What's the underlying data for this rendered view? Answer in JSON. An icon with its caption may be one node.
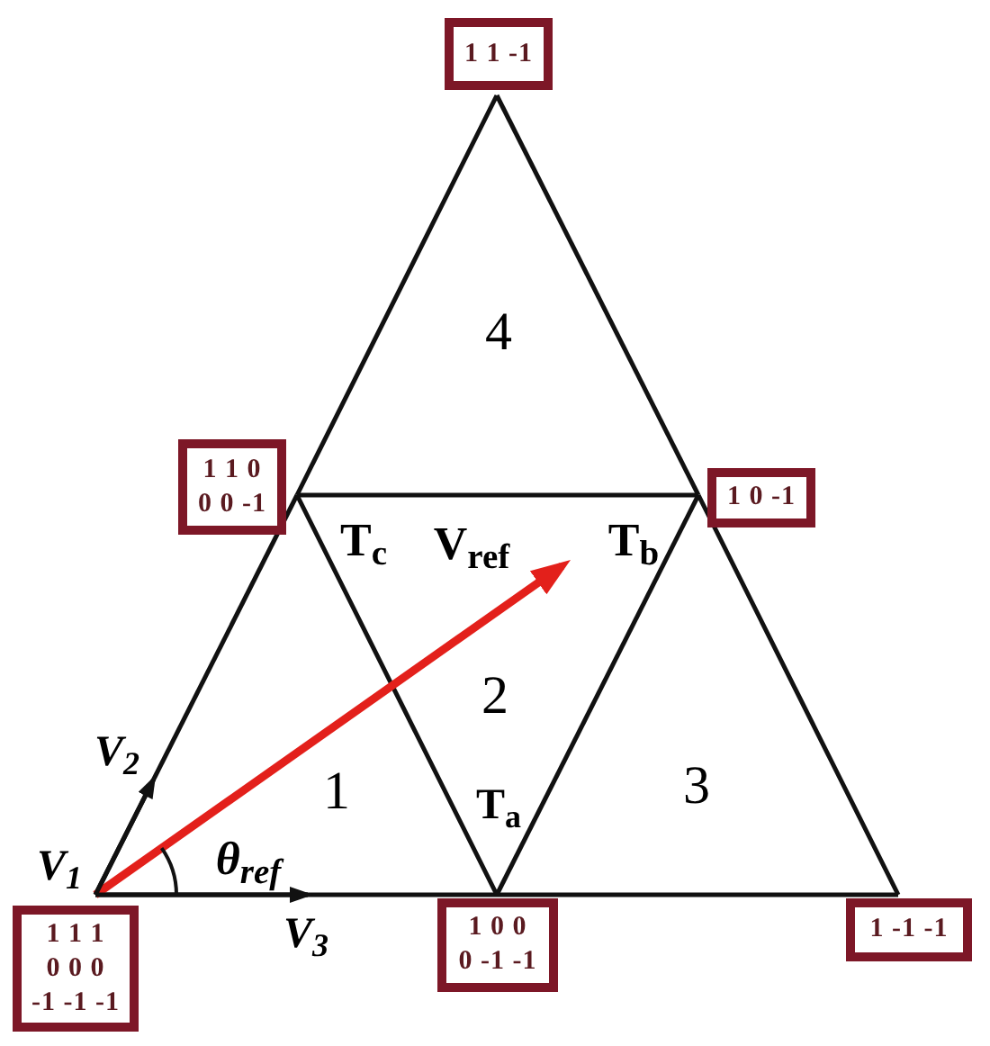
{
  "diagram": {
    "nodes": [
      {
        "text": [
          "1 1 -1"
        ]
      },
      {
        "text": [
          "1 1 0",
          "0 0 -1"
        ]
      },
      {
        "text": [
          "1 0 -1"
        ]
      },
      {
        "text": [
          "V$_{2}$"
        ]
      },
      {
        "text": [
          "1 1 1",
          "0 0 0",
          "-1 -1 -1"
        ]
      },
      {
        "text": [
          "1 0 0",
          "0 -1 -1"
        ]
      },
      {
        "text": [
          "1 -1 -1"
        ]
      },
      {
        "text": [
          "V$_{3}$"
        ]
      }
    ],
    "edges": [
      {
        "from": 4,
        "to": 1,
        "arrow": "none"
      },
      {
        "from": 1,
        "to": 0,
        "arrow": "none"
      },
      {
        "from": 0,
        "to": 2,
        "arrow": "none"
      },
      {
        "from": 2,
        "to": 6,
        "arrow": "none"
      },
      {
        "from": 4,
        "to": 5,
        "arrow": "none"
      },
      {
        "from": 5,
        "to": 6,
        "arrow": "none"
      },
      {
        "from": 1,
        "to": 2,
        "arrow": "none"
      },
      {
        "from": 1,
        "to": 5,
        "arrow": "none"
      },
      {
        "from": 5,
        "to": 2,
        "arrow": "none"
      },
      {
        "from": 4,
        "to": null,
        "arrow": "to",
        "style": "thick",
        "color": "#e3201b"
      },
      {
        "from": 4,
        "to": 3,
        "arrow": "to"
      },
      {
        "from": 4,
        "to": 7,
        "arrow": "to"
      }
    ],
    "labels": [
      "4",
      "T$_{c}$",
      "V$_{ref}$",
      "T$_{b}$",
      "2",
      "1",
      "3",
      "T$_{a}$",
      "V$_{1}$",
      "θ$_{ref}$"
    ]
  }
}
